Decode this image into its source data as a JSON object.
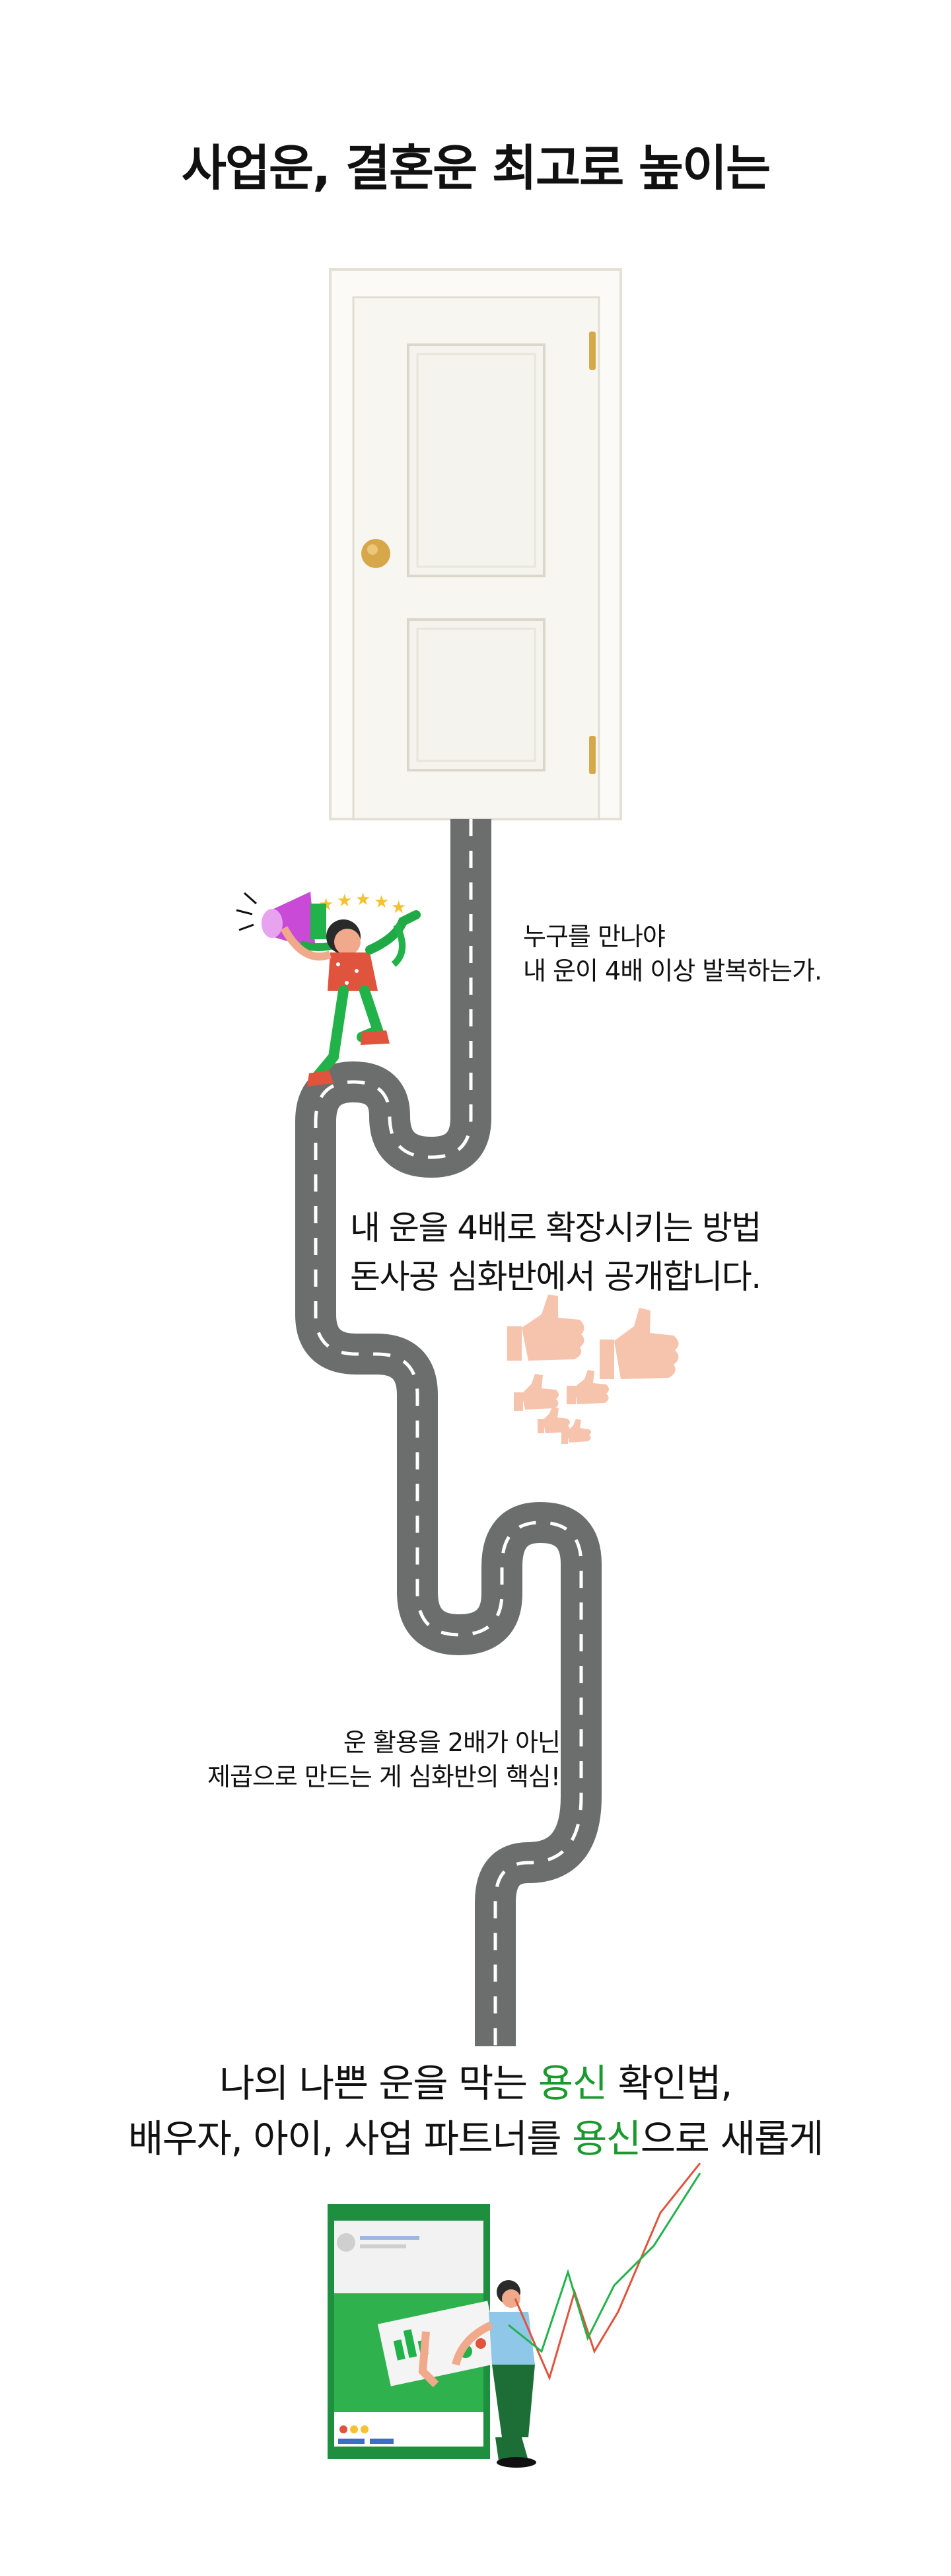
{
  "title": "사업운, 결혼운 최고로 높이는",
  "caption1": {
    "line1": "누구를 만나야",
    "line2": "내 운이 4배 이상 발복하는가."
  },
  "section2": {
    "line1": "내 운을 4배로 확장시키는 방법",
    "line2": "돈사공 심화반에서 공개합니다."
  },
  "caption3": {
    "line1": "운 활용을 2배가 아닌",
    "line2": "제곱으로 만드는 게 심화반의 핵심!"
  },
  "final": {
    "line1_a": "나의 나쁜 운을 막는 ",
    "line1_green": "용신",
    "line1_b": " 확인법,",
    "line2_a": "배우자, 아이, 사업 파트너를 ",
    "line2_green": "용신",
    "line2_b": "으로 새롭게"
  },
  "colors": {
    "accent_green": "#1a9a2e",
    "road": "#6b6e6c",
    "thumbs": "#f6c3ad",
    "door": "#f8f6f1",
    "brass": "#d7a84a"
  },
  "icons": [
    "door-icon",
    "megaphone-person-icon",
    "stars-icon",
    "thumbs-up-icon",
    "computer-screen-icon",
    "stock-chart-icon"
  ]
}
